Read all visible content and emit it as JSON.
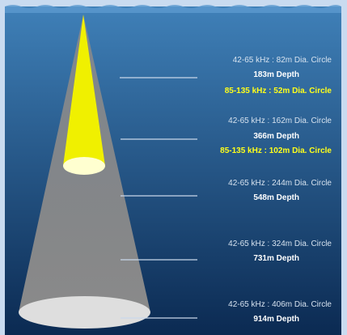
{
  "colors": {
    "frame_border": "#c9dbf0",
    "water_top": "#3f80b8",
    "water_bottom": "#0b2a52",
    "wide_beam": "#8a8a8a",
    "narrow_beam": "#f0f000",
    "wide_circle": "#dedede",
    "narrow_circle": "#ffffd0",
    "leader_line": "#c9d8ea",
    "freq_text": "#d6e2ef",
    "depth_text": "#ffffff",
    "highlight_text": "#ffff1a"
  },
  "annotations": [
    {
      "freq_low": "42-65 kHz : 82m Dia. Circle",
      "depth": "183m Depth",
      "freq_high": "85-135 kHz : 52m Dia. Circle"
    },
    {
      "freq_low": "42-65 kHz : 162m Dia. Circle",
      "depth": "366m Depth",
      "freq_high": "85-135 kHz : 102m Dia. Circle"
    },
    {
      "freq_low": "42-65 kHz : 244m Dia. Circle",
      "depth": "548m Depth"
    },
    {
      "freq_low": "42-65 kHz : 324m Dia. Circle",
      "depth": "731m Depth"
    },
    {
      "freq_low": "42-65 kHz : 406m Dia. Circle",
      "depth": "914m Depth"
    }
  ]
}
